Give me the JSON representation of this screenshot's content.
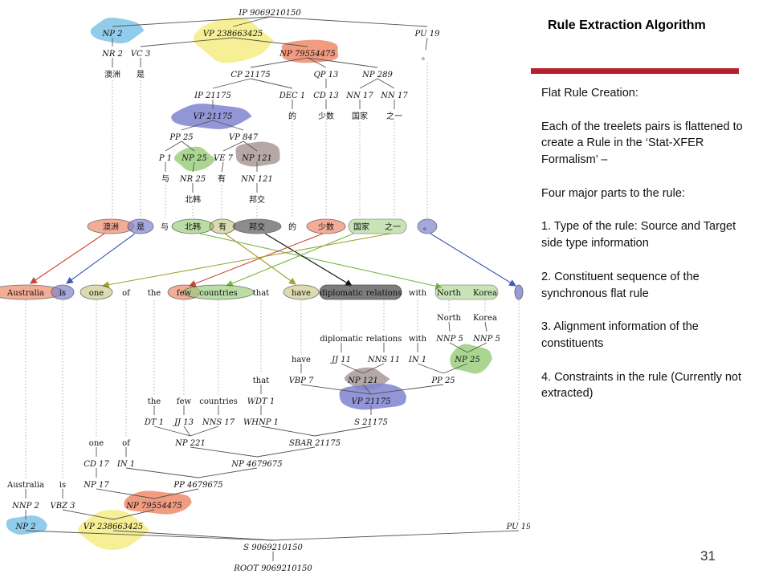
{
  "slide": {
    "title": "Rule Extraction Algorithm",
    "page_number": "31",
    "body": {
      "heading": "Flat Rule Creation:",
      "p1": "Each of the treelets pairs is flattened to create a Rule in the ‘Stat-XFER Formalism’ –",
      "p2": "Four major parts to the rule:",
      "items": [
        "1. Type of the rule: Source and Target side type information",
        "2. Constituent sequence of the synchronous flat rule",
        "3. Alignment information of the constituents",
        "4. Constraints in the rule (Currently not extracted)"
      ]
    }
  },
  "colors": {
    "blue": "#7f84cf",
    "lightblue": "#7ec3e6",
    "yellow": "#f4ec82",
    "salmon": "#ef8a6a",
    "green": "#9ccf7e",
    "gray": "#a99998",
    "red_bar": "#b3202e",
    "red_arrow": "#cc4433",
    "blue_arrow": "#3b5bb5",
    "green_arrow": "#7ab648",
    "olive_arrow": "#a4a12c",
    "black_arrow": "#111111"
  },
  "source_tree": {
    "nodes": [
      {
        "id": "ip_top",
        "label": "IP 9069210150"
      },
      {
        "id": "np2",
        "label": "NP 2"
      },
      {
        "id": "vp238",
        "label": "VP 238663425"
      },
      {
        "id": "pu19",
        "label": "PU 19"
      },
      {
        "id": "nr2",
        "label": "NR 2"
      },
      {
        "id": "vc3",
        "label": "VC 3"
      },
      {
        "id": "np795",
        "label": "NP 79554475"
      },
      {
        "id": "cp",
        "label": "CP 21175"
      },
      {
        "id": "qp",
        "label": "QP 13"
      },
      {
        "id": "np289",
        "label": "NP 289"
      },
      {
        "id": "ip211",
        "label": "IP 21175"
      },
      {
        "id": "dec1",
        "label": "DEC 1"
      },
      {
        "id": "cd13",
        "label": "CD 13"
      },
      {
        "id": "nn17a",
        "label": "NN 17"
      },
      {
        "id": "nn17b",
        "label": "NN 17"
      },
      {
        "id": "vp211",
        "label": "VP 21175"
      },
      {
        "id": "pp25",
        "label": "PP 25"
      },
      {
        "id": "vp847",
        "label": "VP 847"
      },
      {
        "id": "p1",
        "label": "P 1"
      },
      {
        "id": "np25",
        "label": "NP 25"
      },
      {
        "id": "ve7",
        "label": "VE 7"
      },
      {
        "id": "np121",
        "label": "NP 121"
      },
      {
        "id": "nr25",
        "label": "NR 25"
      },
      {
        "id": "nn121",
        "label": "NN 121"
      }
    ],
    "words": [
      {
        "id": "w_aozhou",
        "text": "澳洲"
      },
      {
        "id": "w_shi",
        "text": "是"
      },
      {
        "id": "w_period",
        "text": "。"
      },
      {
        "id": "w_de",
        "text": "的"
      },
      {
        "id": "w_shaoshu",
        "text": "少数"
      },
      {
        "id": "w_guojia",
        "text": "国家"
      },
      {
        "id": "w_zhiyi",
        "text": "之一"
      },
      {
        "id": "w_yu",
        "text": "与"
      },
      {
        "id": "w_you",
        "text": "有"
      },
      {
        "id": "w_beihan",
        "text": "北韩"
      },
      {
        "id": "w_bangjiao",
        "text": "邦交"
      }
    ]
  },
  "source_sequence": [
    {
      "id": "s_aozhou",
      "text": "澳洲"
    },
    {
      "id": "s_shi",
      "text": "是"
    },
    {
      "id": "s_yu",
      "text": "与"
    },
    {
      "id": "s_beihan",
      "text": "北韩"
    },
    {
      "id": "s_you",
      "text": "有"
    },
    {
      "id": "s_bangjiao",
      "text": "邦交"
    },
    {
      "id": "s_de",
      "text": "的"
    },
    {
      "id": "s_shaoshu",
      "text": "少数"
    },
    {
      "id": "s_guojia",
      "text": "国家"
    },
    {
      "id": "s_zhiyi",
      "text": "之一"
    },
    {
      "id": "s_period",
      "text": "。"
    }
  ],
  "target_sequence": [
    {
      "id": "t_australia",
      "text": "Australia"
    },
    {
      "id": "t_is",
      "text": "is"
    },
    {
      "id": "t_one",
      "text": "one"
    },
    {
      "id": "t_of",
      "text": "of"
    },
    {
      "id": "t_the",
      "text": "the"
    },
    {
      "id": "t_few",
      "text": "few"
    },
    {
      "id": "t_countries",
      "text": "countries"
    },
    {
      "id": "t_that",
      "text": "that"
    },
    {
      "id": "t_have",
      "text": "have"
    },
    {
      "id": "t_diplomatic",
      "text": "diplomatic"
    },
    {
      "id": "t_relations",
      "text": "relations"
    },
    {
      "id": "t_with",
      "text": "with"
    },
    {
      "id": "t_north",
      "text": "North"
    },
    {
      "id": "t_korea",
      "text": "Korea"
    }
  ],
  "target_tree": {
    "nodes": [
      {
        "id": "tw_north",
        "label": "North",
        "kind": "word"
      },
      {
        "id": "tw_korea",
        "label": "Korea",
        "kind": "word"
      },
      {
        "id": "tw_diplomatic",
        "label": "diplomatic",
        "kind": "word"
      },
      {
        "id": "tw_relations",
        "label": "relations",
        "kind": "word"
      },
      {
        "id": "tw_with",
        "label": "with",
        "kind": "word"
      },
      {
        "id": "nnp5a",
        "label": "NNP 5"
      },
      {
        "id": "nnp5b",
        "label": "NNP 5"
      },
      {
        "id": "tw_have",
        "label": "have",
        "kind": "word"
      },
      {
        "id": "jj11",
        "label": "JJ 11"
      },
      {
        "id": "nns11",
        "label": "NNS 11"
      },
      {
        "id": "in1a",
        "label": "IN 1"
      },
      {
        "id": "np25t",
        "label": "NP 25"
      },
      {
        "id": "vbp7",
        "label": "VBP 7"
      },
      {
        "id": "np121t",
        "label": "NP 121"
      },
      {
        "id": "pp25t",
        "label": "PP 25"
      },
      {
        "id": "tw_that",
        "label": "that",
        "kind": "word"
      },
      {
        "id": "vp211t",
        "label": "VP 21175"
      },
      {
        "id": "tw_the",
        "label": "the",
        "kind": "word"
      },
      {
        "id": "tw_few",
        "label": "few",
        "kind": "word"
      },
      {
        "id": "tw_countries",
        "label": "countries",
        "kind": "word"
      },
      {
        "id": "wdt1",
        "label": "WDT 1"
      },
      {
        "id": "dt1",
        "label": "DT 1"
      },
      {
        "id": "jj13",
        "label": "JJ 13"
      },
      {
        "id": "nns17",
        "label": "NNS 17"
      },
      {
        "id": "whnp1",
        "label": "WHNP 1"
      },
      {
        "id": "s211t",
        "label": "S 21175"
      },
      {
        "id": "tw_one",
        "label": "one",
        "kind": "word"
      },
      {
        "id": "tw_of",
        "label": "of",
        "kind": "word"
      },
      {
        "id": "np221",
        "label": "NP 221"
      },
      {
        "id": "sbar",
        "label": "SBAR 21175"
      },
      {
        "id": "cd17",
        "label": "CD 17"
      },
      {
        "id": "in1b",
        "label": "IN 1"
      },
      {
        "id": "np4679",
        "label": "NP 4679675"
      },
      {
        "id": "tw_australia",
        "label": "Australia",
        "kind": "word"
      },
      {
        "id": "tw_is",
        "label": "is",
        "kind": "word"
      },
      {
        "id": "np17",
        "label": "NP 17"
      },
      {
        "id": "pp4679",
        "label": "PP 4679675"
      },
      {
        "id": "nnp2",
        "label": "NNP 2"
      },
      {
        "id": "vbz3",
        "label": "VBZ 3"
      },
      {
        "id": "np795t",
        "label": "NP 79554475"
      },
      {
        "id": "np2t",
        "label": "NP 2"
      },
      {
        "id": "vp238t",
        "label": "VP 238663425"
      },
      {
        "id": "pu19t",
        "label": "PU 19"
      },
      {
        "id": "s906",
        "label": "S 9069210150"
      },
      {
        "id": "root",
        "label": "ROOT 9069210150"
      }
    ]
  }
}
